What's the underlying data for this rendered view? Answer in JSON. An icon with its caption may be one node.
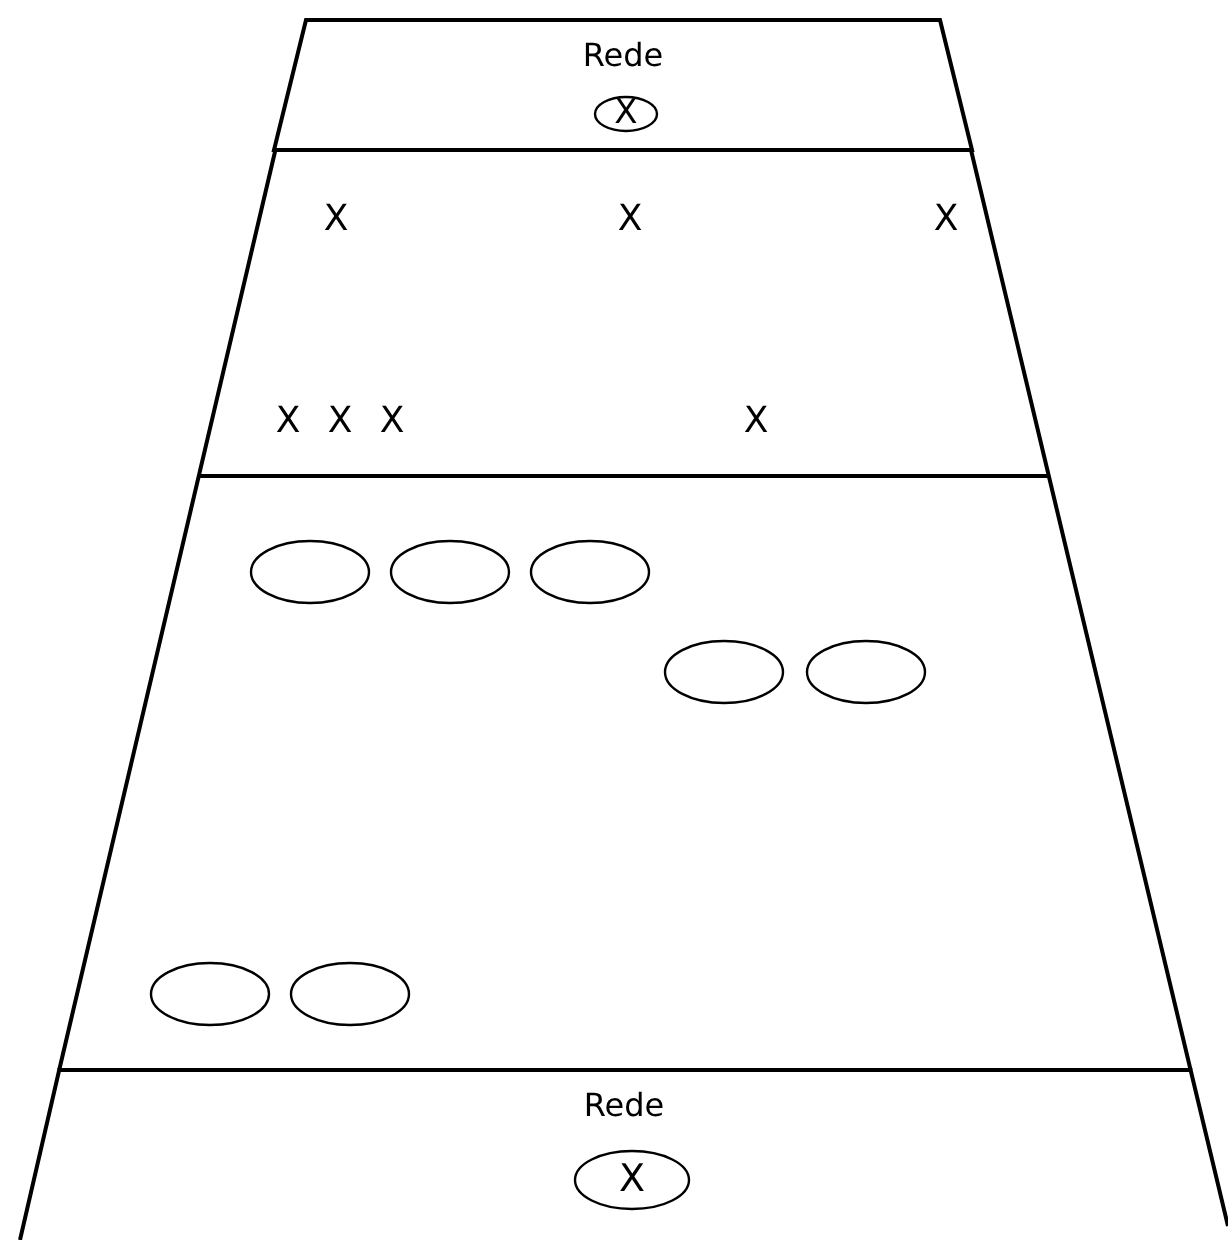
{
  "diagram": {
    "nodes": [
      {
        "text": [
          "Rede"
        ]
      },
      {
        "text": [
          "X"
        ],
        "in": 0
      },
      {
        "text": [],
        "shape": "circle"
      },
      {
        "text": [],
        "shape": "circle"
      },
      {
        "text": [],
        "shape": "circle"
      },
      {
        "text": [],
        "shape": "circle"
      },
      {
        "text": [],
        "shape": "circle"
      },
      {
        "text": [],
        "shape": "circle"
      },
      {
        "text": [],
        "shape": "circle"
      },
      {
        "text": [
          "Rede"
        ]
      },
      {
        "text": [
          "X"
        ],
        "in": 9
      }
    ],
    "labels": [
      "X",
      "X",
      "X",
      "X",
      "X",
      "X",
      "X"
    ]
  }
}
